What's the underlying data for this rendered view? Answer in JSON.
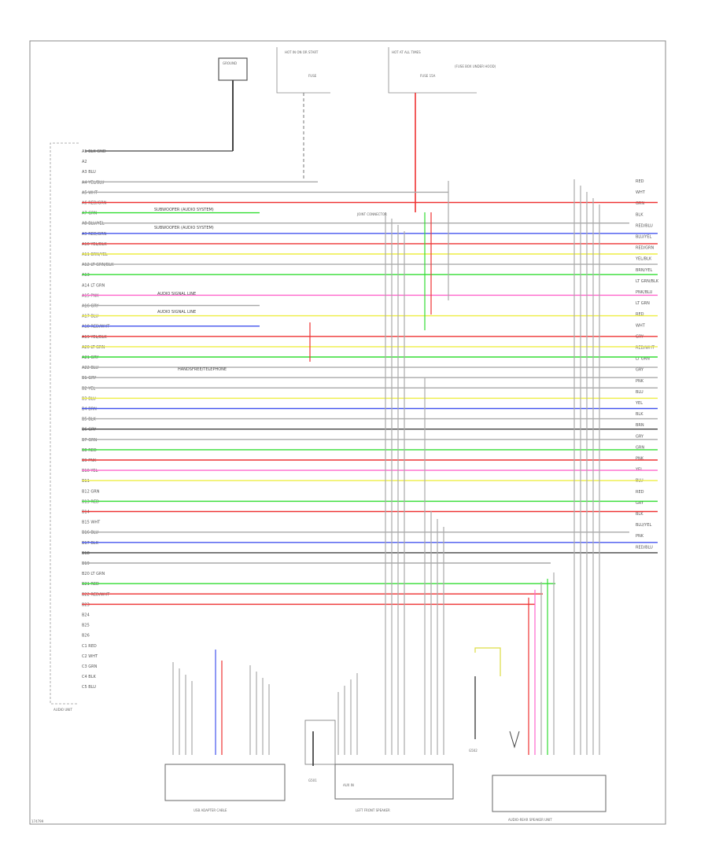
{
  "page_code": "174799",
  "components": {
    "audio_unit": "AUDIO UNIT",
    "sub_speaker_ground": "GROUND",
    "power_dist_left": "HOT IN ON OR START",
    "power_dist_right": "HOT AT ALL TIMES",
    "fuse_left": "FUSE",
    "fuse_right": "FUSE 15A",
    "right_note": "(FUSE BOX UNDER HOOD)",
    "bottom_left_box": "USB ADAPTER CABLE",
    "bottom_mid_box": "AUX IN",
    "bottom_mid_label": "LEFT FRONT SPEAKER",
    "bottom_right_box": "AUDIO-REAR SPEAKER UNIT",
    "ground_left": "G501",
    "ground_right": "G502"
  },
  "wire_colors": {
    "red": "#ee3333",
    "green": "#33dd33",
    "blue": "#4455ee",
    "yellow": "#eeee44",
    "pink": "#ff66cc",
    "black": "#444444",
    "gray": "#aaaaaa"
  },
  "left_pins": [
    "A1 BLK GND",
    "A2",
    "A3 BLU",
    "A4 YEL/BLU",
    "A5 WHT",
    "A6 RED/GRN",
    "A7 GRN",
    "A8 BLU/YEL",
    "A9 RED/GRN",
    "A10 YEL/BLK",
    "A11 BRN/YEL",
    "A12 LT GRN/BLK",
    "A13",
    "A14 LT GRN",
    "A15 PNK",
    "A16 GRY",
    "A17 BLU",
    "A18 RED/WHT",
    "A19 YEL/BLK",
    "A20 LT GRN",
    "A21 GRY",
    "A22 BLU",
    "B1 GRY",
    "B2 YEL",
    "B3 BLU",
    "B4 BRN",
    "B5 BLK",
    "B6 GRY",
    "B7 GRN",
    "B8 RED",
    "B9 PNK",
    "B10 YEL",
    "B11",
    "B12 GRN",
    "B13 RED",
    "B14",
    "B15 WHT",
    "B16 BLU",
    "B17 BLK",
    "B18",
    "B19",
    "B20 LT GRN",
    "B21 RED",
    "B22 RED/WHT",
    "B23",
    "B24",
    "B25",
    "B26",
    "C1 RED",
    "C2 WHT",
    "C3 GRN",
    "C4 BLK",
    "C5 BLU"
  ],
  "right_pins": [
    "RED",
    "WHT",
    "GRN",
    "BLK",
    "RED/BLU",
    "BLU/YEL",
    "RED/GRN",
    "YEL/BLK",
    "BRN/YEL",
    "LT GRN/BLK",
    "PNK/BLU",
    "LT GRN",
    "RED",
    "WHT",
    "GRY",
    "RED/WHT",
    "LT GRN",
    "GRY",
    "PNK",
    "BLU",
    "YEL",
    "BLK",
    "BRN",
    "GRY",
    "GRN",
    "PNK",
    "YEL",
    "BLU",
    "RED",
    "GRY",
    "BLK",
    "BLU/YEL",
    "PNK",
    "RED/BLU"
  ],
  "annotations": {
    "splice_1": "SUBWOOFER (AUDIO SYSTEM)",
    "splice_2": "SUBWOOFER (AUDIO SYSTEM)",
    "splice_3": "AUDIO SIGNAL LINE",
    "splice_4": "AUDIO SIGNAL LINE",
    "splice_5": "HANDSFREE/TELEPHONE",
    "junction": "JOINT CONNECTOR"
  }
}
